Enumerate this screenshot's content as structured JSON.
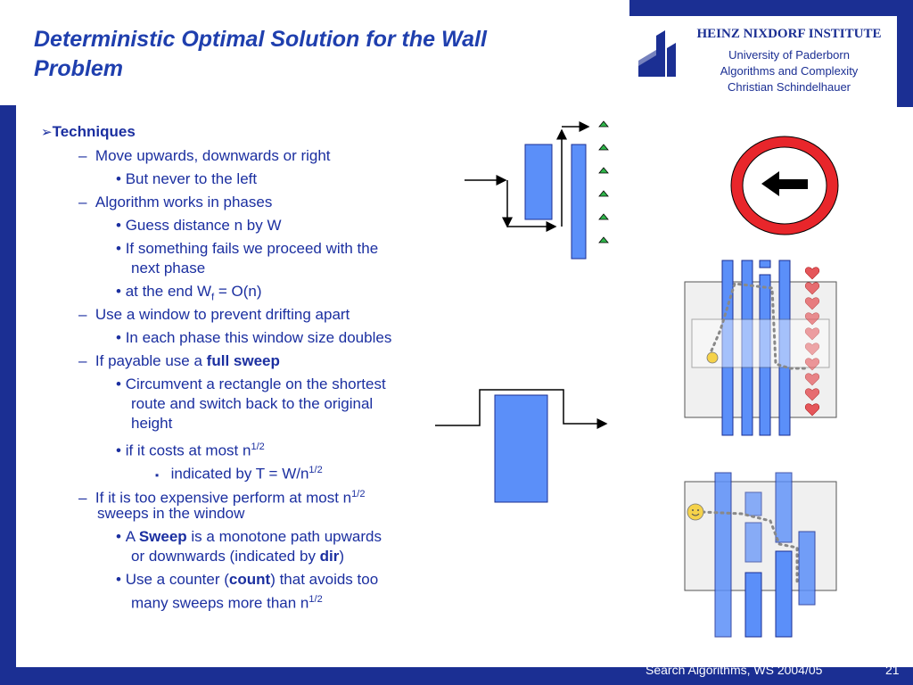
{
  "slide": {
    "title_line1": "Deterministic Optimal Solution for the Wall",
    "title_line2": "Problem"
  },
  "institute": {
    "name": "HEINZ NIXDORF INSTITUTE",
    "line1": "University of Paderborn",
    "line2": "Algorithms and Complexity",
    "line3": "Christian Schindelhauer"
  },
  "footer": {
    "course": "Search Algorithms, WS 2004/05",
    "page": "21"
  },
  "bullets": {
    "techniques": "Techniques",
    "b1": "Move upwards, downwards or right",
    "b1a": "But never to the left",
    "b2": "Algorithm works in phases",
    "b2a": "Guess distance n by W",
    "b2b_1": "If something fails we proceed with the",
    "b2b_2": "next phase",
    "b2c_pre": "at the end W",
    "b2c_sub": "f",
    "b2c_post": " = O(n)",
    "b3": "Use a window to prevent drifting apart",
    "b3a": "In each phase this window size doubles",
    "b4_pre": "If payable use a ",
    "b4_bold": "full sweep",
    "b4a_1": "Circumvent a rectangle on the shortest",
    "b4a_2": "route and switch back to the original",
    "b4a_3": "height",
    "b4b_pre": "if it costs at most n",
    "b4b_sup": "1/2",
    "b4c_pre": "indicated by T = W/n",
    "b4c_sup": "1/2",
    "b5_pre": "If it is too expensive perform at most n",
    "b5_sup": "1/2",
    "b5_2": "sweeps in the window",
    "b5a_pre": "A ",
    "b5a_bold": "Sweep",
    "b5a_post": " is a monotone path upwards",
    "b5a_2_pre": "or downwards (indicated by ",
    "b5a_2_bold": "dir",
    "b5a_2_post": ")",
    "b5b_pre": "Use a counter (",
    "b5b_bold": "count",
    "b5b_post": ") that avoids too",
    "b5b_2_pre": "many sweeps more than n",
    "b5b_2_sup": "1/2"
  },
  "colors": {
    "accent_blue": "#1b2f93",
    "rect_fill": "#5b8ff9",
    "sign_red": "#e8262b",
    "heart": "#e5565a",
    "green_marker": "#2fb54a"
  }
}
